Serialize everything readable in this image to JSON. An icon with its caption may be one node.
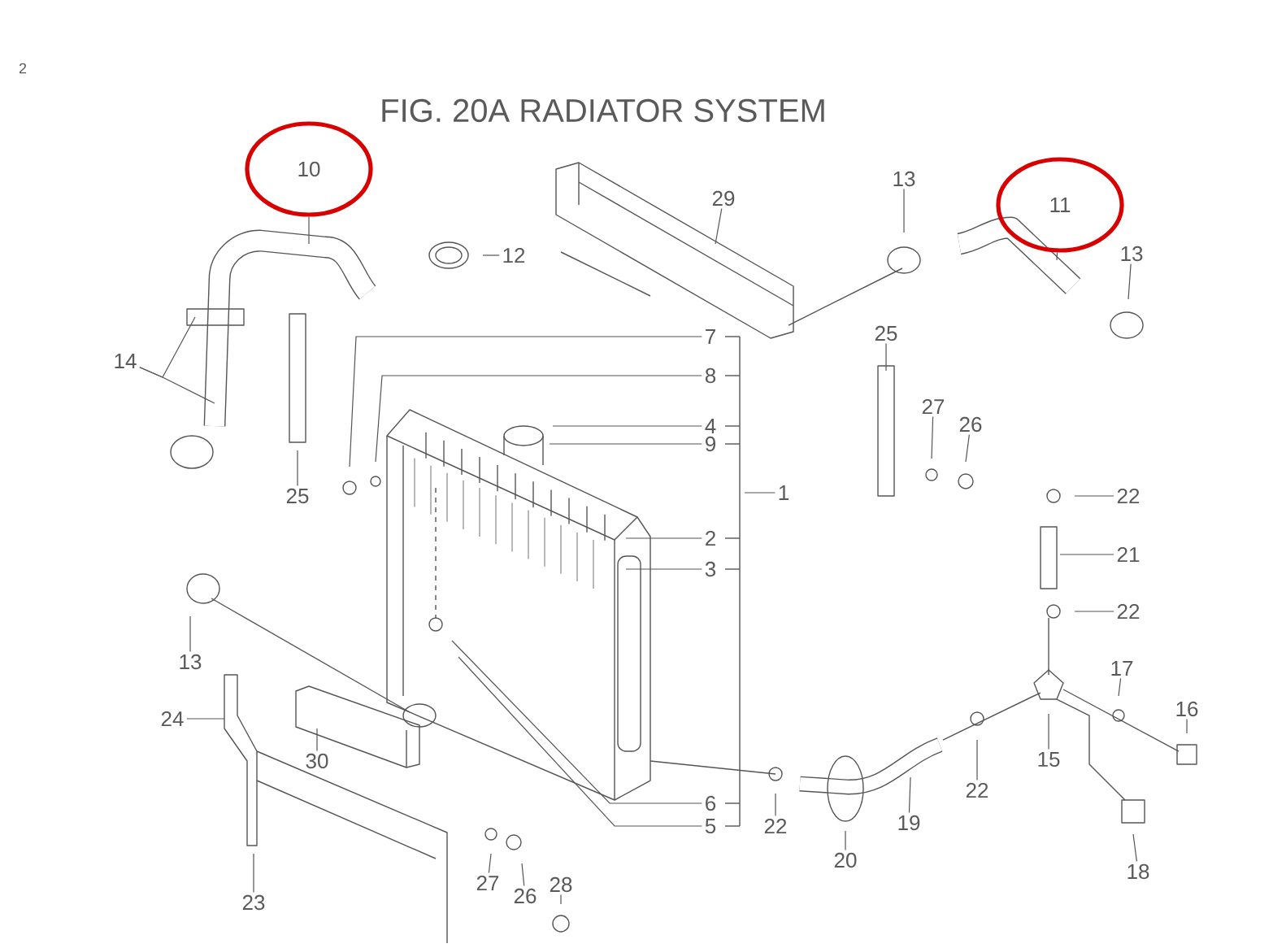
{
  "diagram": {
    "title": "FIG. 20A   RADIATOR  SYSTEM",
    "nodes": [
      {
        "text": [
          "10"
        ]
      },
      {
        "text": [
          "13"
        ]
      },
      {
        "text": [
          "29"
        ]
      },
      {
        "text": [
          "11"
        ]
      },
      {
        "text": [
          "12"
        ]
      },
      {
        "text": [
          "13"
        ]
      },
      {
        "text": [
          "25"
        ]
      },
      {
        "text": [
          "7"
        ]
      },
      {
        "text": [
          "14"
        ]
      },
      {
        "text": [
          "8"
        ]
      },
      {
        "text": [
          "27"
        ]
      },
      {
        "text": [
          "26"
        ]
      },
      {
        "text": [
          "4"
        ]
      },
      {
        "text": [
          "9"
        ]
      },
      {
        "text": [
          "25"
        ]
      },
      {
        "text": [
          "1"
        ]
      },
      {
        "text": [
          "22"
        ]
      },
      {
        "text": [
          "2"
        ]
      },
      {
        "text": [
          "21"
        ]
      },
      {
        "text": [
          "3"
        ]
      },
      {
        "text": [
          "22"
        ]
      },
      {
        "text": [
          "13"
        ]
      },
      {
        "text": [
          "17"
        ]
      },
      {
        "text": [
          "16"
        ]
      },
      {
        "text": [
          "24"
        ]
      },
      {
        "text": [
          "30"
        ]
      },
      {
        "text": [
          "15"
        ]
      },
      {
        "text": [
          "6"
        ]
      },
      {
        "text": [
          "22"
        ]
      },
      {
        "text": [
          "5"
        ]
      },
      {
        "text": [
          "19"
        ]
      },
      {
        "text": [
          "22"
        ]
      },
      {
        "text": [
          "20"
        ]
      },
      {
        "text": [
          "18"
        ]
      },
      {
        "text": [
          "27"
        ]
      },
      {
        "text": [
          "26"
        ]
      },
      {
        "text": [
          "28"
        ]
      },
      {
        "text": [
          "23"
        ]
      }
    ],
    "edges": [
      {
        "from": 0,
        "to": null,
        "arrow": "none"
      },
      {
        "from": 1,
        "to": null,
        "arrow": "none"
      },
      {
        "from": 2,
        "to": null,
        "arrow": "none"
      },
      {
        "from": 3,
        "to": null,
        "arrow": "none"
      },
      {
        "from": 4,
        "to": null,
        "arrow": "none"
      },
      {
        "from": 5,
        "to": null,
        "arrow": "none"
      },
      {
        "from": 6,
        "to": null,
        "arrow": "none"
      },
      {
        "from": 7,
        "to": null,
        "arrow": "none"
      },
      {
        "from": 8,
        "to": null,
        "arrow": "none"
      },
      {
        "from": 8,
        "to": null,
        "arrow": "none"
      },
      {
        "from": 9,
        "to": null,
        "arrow": "none"
      },
      {
        "from": 10,
        "to": null,
        "arrow": "none"
      },
      {
        "from": 11,
        "to": null,
        "arrow": "none"
      },
      {
        "from": 12,
        "to": null,
        "arrow": "none"
      },
      {
        "from": 13,
        "to": null,
        "arrow": "none"
      },
      {
        "from": 14,
        "to": null,
        "arrow": "none"
      },
      {
        "from": 15,
        "to": null,
        "arrow": "none"
      },
      {
        "from": 16,
        "to": null,
        "arrow": "none"
      },
      {
        "from": 17,
        "to": null,
        "arrow": "none"
      },
      {
        "from": 18,
        "to": null,
        "arrow": "none"
      },
      {
        "from": 19,
        "to": null,
        "arrow": "none"
      },
      {
        "from": 20,
        "to": null,
        "arrow": "none"
      },
      {
        "from": 21,
        "to": null,
        "arrow": "none"
      },
      {
        "from": 22,
        "to": null,
        "arrow": "none"
      },
      {
        "from": 23,
        "to": null,
        "arrow": "none"
      },
      {
        "from": 24,
        "to": null,
        "arrow": "none"
      },
      {
        "from": 25,
        "to": null,
        "arrow": "none"
      },
      {
        "from": 26,
        "to": null,
        "arrow": "none"
      },
      {
        "from": 27,
        "to": null,
        "arrow": "none"
      },
      {
        "from": 28,
        "to": null,
        "arrow": "none"
      },
      {
        "from": 29,
        "to": null,
        "arrow": "none"
      },
      {
        "from": 30,
        "to": null,
        "arrow": "none"
      },
      {
        "from": 31,
        "to": null,
        "arrow": "none"
      },
      {
        "from": 32,
        "to": null,
        "arrow": "none"
      },
      {
        "from": 33,
        "to": null,
        "arrow": "none"
      },
      {
        "from": 34,
        "to": null,
        "arrow": "none"
      },
      {
        "from": 35,
        "to": null,
        "arrow": "none"
      },
      {
        "from": 36,
        "to": null,
        "arrow": "none"
      },
      {
        "from": 37,
        "to": null,
        "arrow": "none"
      }
    ],
    "labels": [
      "2"
    ]
  }
}
